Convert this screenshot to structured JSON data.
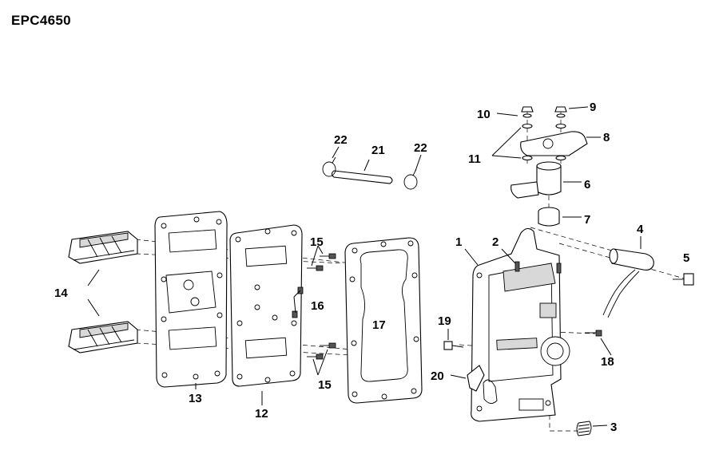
{
  "title": "EPC4650",
  "callouts": {
    "c1": "1",
    "c2": "2",
    "c3": "3",
    "c4": "4",
    "c5": "5",
    "c6": "6",
    "c7": "7",
    "c8": "8",
    "c9": "9",
    "c10": "10",
    "c11": "11",
    "c12": "12",
    "c13": "13",
    "c14": "14",
    "c15a": "15",
    "c15b": "15",
    "c16": "16",
    "c17": "17",
    "c18": "18",
    "c19": "19",
    "c20": "20",
    "c21": "21",
    "c22a": "22",
    "c22b": "22"
  }
}
